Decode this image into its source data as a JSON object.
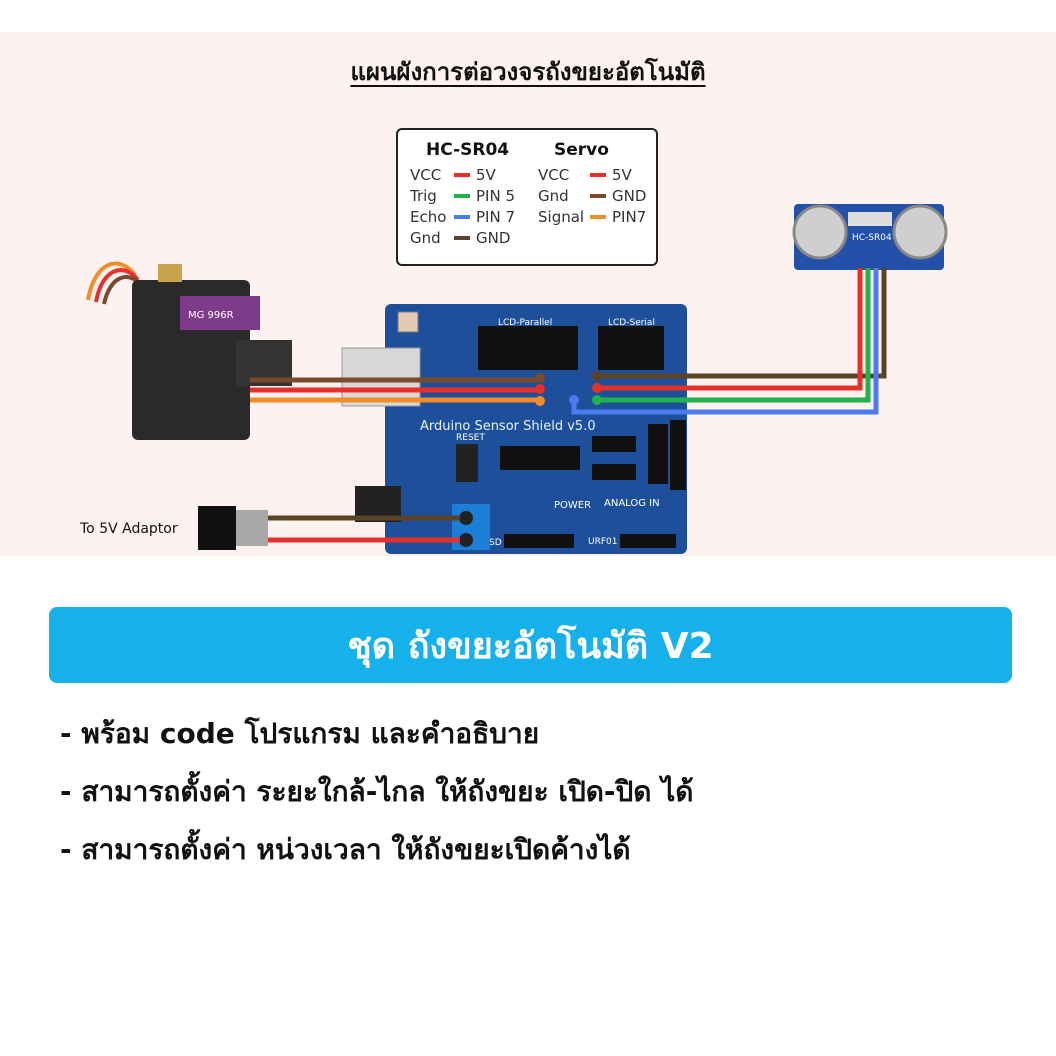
{
  "diagram": {
    "title": "แผนผังการต่อวงจรถังขยะอัตโนมัติ",
    "adaptor_label": "To 5V Adaptor",
    "legend": {
      "hcsr04": {
        "title": "HC-SR04",
        "rows": [
          {
            "pin": "VCC",
            "conn": "5V",
            "color": "#e8302a"
          },
          {
            "pin": "Trig",
            "conn": "PIN 5",
            "color": "#22b14c"
          },
          {
            "pin": "Echo",
            "conn": "PIN 7",
            "color": "#4a7cf0"
          },
          {
            "pin": "Gnd",
            "conn": "GND",
            "color": "#5b4426"
          }
        ]
      },
      "servo": {
        "title": "Servo",
        "rows": [
          {
            "pin": "VCC",
            "conn": "5V",
            "color": "#e8302a"
          },
          {
            "pin": "Gnd",
            "conn": "GND",
            "color": "#7a4a2a"
          },
          {
            "pin": "Signal",
            "conn": "PIN7",
            "color": "#f28c28"
          }
        ]
      }
    },
    "board": {
      "label": "Arduino Sensor Shield v5.0",
      "lcd_parallel": "LCD-Parallel",
      "lcd_serial": "LCD-Serial",
      "reset": "RESET",
      "analog": "ANALOG IN",
      "power": "POWER",
      "sd": "SD",
      "urf": "URF01"
    },
    "ultrasonic_label": "HC-SR04",
    "servo_label": "MG 996R"
  },
  "banner": {
    "text": "ชุด ถังขยะอัตโนมัติ V2"
  },
  "features": [
    "- พร้อม code โปรแกรม และคำอธิบาย",
    "- สามารถตั้งค่า ระยะใกล้-ไกล ให้ถังขยะ เปิด-ปิด ได้",
    "- สามารถตั้งค่า หน่วงเวลา ให้ถังขยะเปิดค้างได้"
  ]
}
